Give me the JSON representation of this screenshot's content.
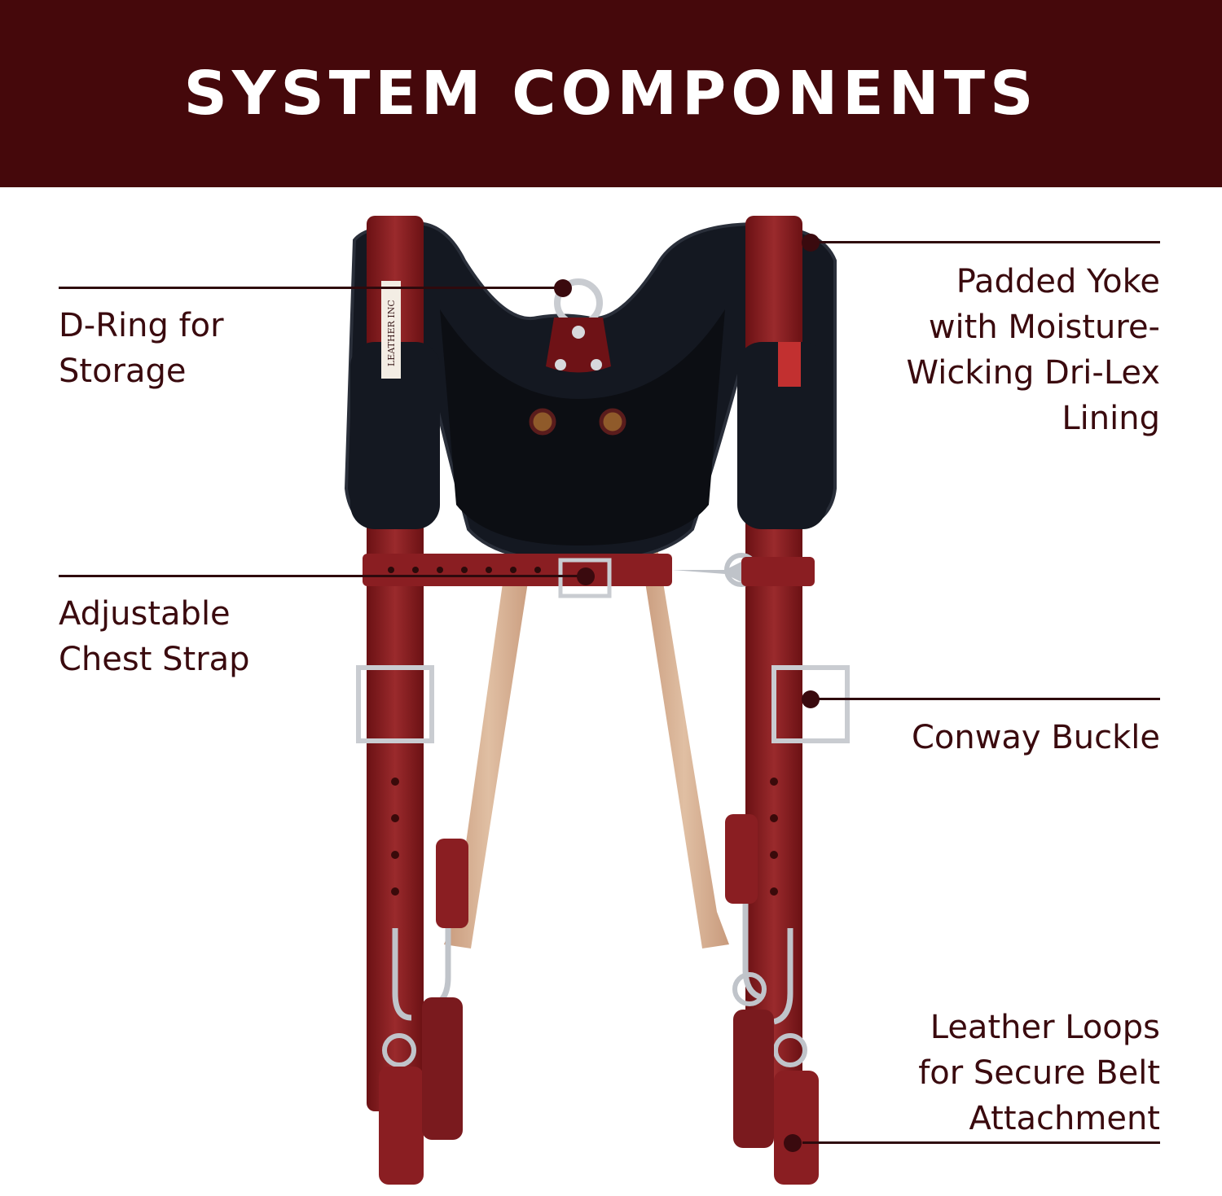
{
  "banner": {
    "title": "SYSTEM COMPONENTS"
  },
  "callouts": {
    "d_ring": [
      "D-Ring for",
      "Storage"
    ],
    "chest_strap": [
      "Adjustable",
      "Chest Strap"
    ],
    "padded_yoke": [
      "Padded Yoke",
      "with Moisture-",
      "Wicking Dri-Lex",
      "Lining"
    ],
    "conway_buckle": [
      "Conway Buckle"
    ],
    "leather_loops": [
      "Leather Loops",
      "for Secure Belt",
      "Attachment"
    ]
  },
  "product": {
    "label_text": "LEATHER INC"
  },
  "colors": {
    "banner": "#45080b",
    "text": "#3a0a0e",
    "leather": "#8a1e22",
    "pad": "#141821"
  }
}
